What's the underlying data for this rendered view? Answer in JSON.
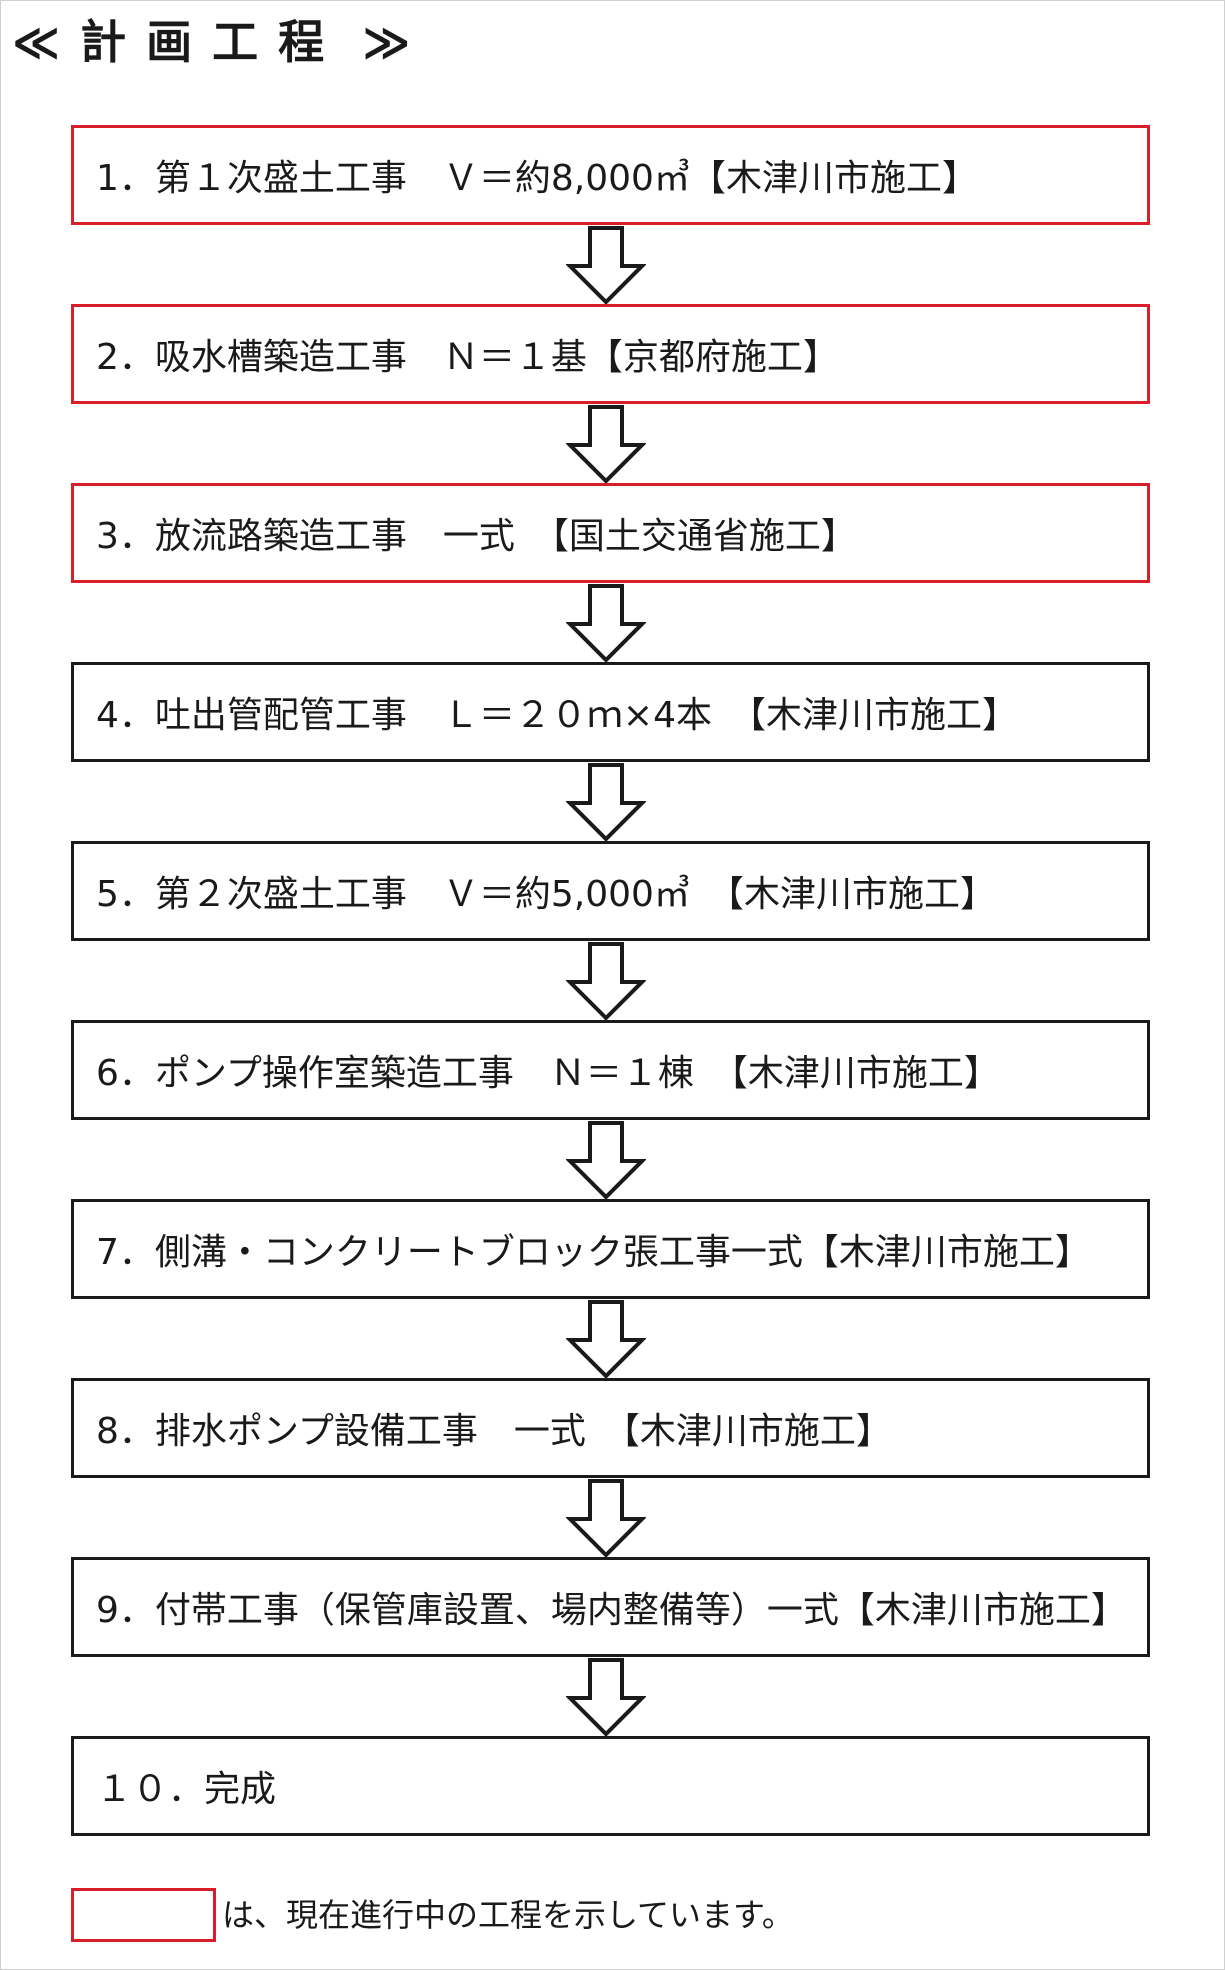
{
  "title": {
    "open": "≪",
    "text": "計画工程",
    "close": "≫"
  },
  "steps": [
    {
      "label": "1．第１次盛土工事　Ｖ＝約8,000㎥【木津川市施工】",
      "active": true
    },
    {
      "label": "2．吸水槽築造工事　Ｎ＝１基【京都府施工】",
      "active": true
    },
    {
      "label": "3．放流路築造工事　一式　【国土交通省施工】",
      "active": true
    },
    {
      "label": "4．吐出管配管工事　Ｌ＝２０ｍ×4本　【木津川市施工】",
      "active": false
    },
    {
      "label": "5．第２次盛土工事　Ｖ＝約5,000㎥　【木津川市施工】",
      "active": false
    },
    {
      "label": "6．ポンプ操作室築造工事　Ｎ＝１棟　【木津川市施工】",
      "active": false
    },
    {
      "label": "7．側溝・コンクリートブロック張工事一式【木津川市施工】",
      "active": false
    },
    {
      "label": "8．排水ポンプ設備工事　一式　【木津川市施工】",
      "active": false
    },
    {
      "label": "9．付帯工事（保管庫設置、場内整備等）一式【木津川市施工】",
      "active": false
    },
    {
      "label": "１０．完成",
      "active": false
    }
  ],
  "legend": {
    "text": "は、現在進行中の工程を示しています。"
  },
  "colors": {
    "active_border": "#d81e28",
    "default_border": "#1a1a1a"
  }
}
